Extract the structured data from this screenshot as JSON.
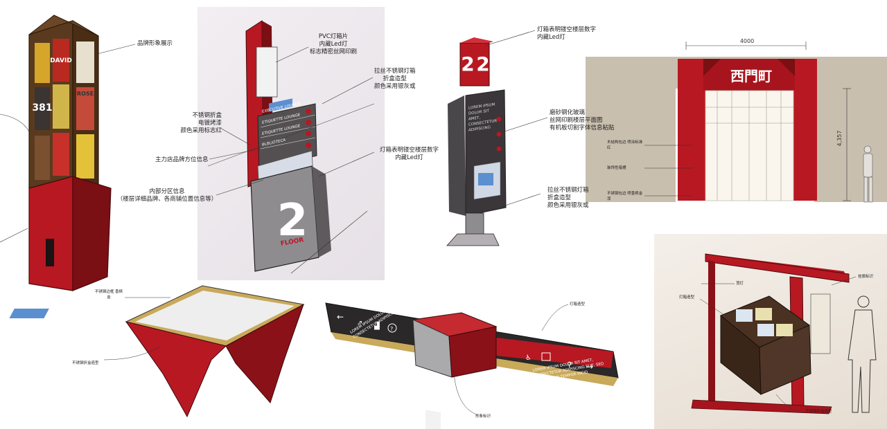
{
  "colors": {
    "signage_red": "#b81822",
    "dark_red": "#7a0f14",
    "wood_brown": "#5a3a1e",
    "panel_grey": "#8f8c90",
    "dark_grey": "#3a3639",
    "wall_beige": "#c9bfae",
    "paper_warm": "#eee9e2"
  },
  "brand": {
    "name": "西門町",
    "floor_number": "2",
    "floor_word": "FLOOR"
  },
  "tower": {
    "poster_texts": [
      "DAVID",
      "381",
      "ROSE"
    ],
    "callouts": [
      "品牌形象展示"
    ]
  },
  "totem": {
    "callouts": {
      "pvc": [
        "PVC灯箱片",
        "内藏Led灯",
        "标志精密丝网印刷"
      ],
      "brushed": [
        "拉丝不锈钢灯箱",
        "折盒造型",
        "颜色采用银灰或"
      ],
      "lightbox_floor": [
        "灯箱表明镂空楼层数字",
        "内藏Led灯"
      ],
      "stainless": [
        "不锈钢折盒",
        "电镀烤漆",
        "颜色采用标志红"
      ],
      "main_brands": [
        "主力店品牌方位信息"
      ],
      "zones": [
        "内部分区信息",
        "（楼层详细品牌、各商铺位置信息等）"
      ]
    },
    "directory_rows": [
      "EXECUTIVE LOUNGE",
      "ETIQUETTE LOUNGE",
      "ETIQUETTE LOUNGE",
      "BLBLIOTECA"
    ]
  },
  "column": {
    "callouts": {
      "top": [
        "灯箱表明镂空楼层数字",
        "内藏Led灯"
      ],
      "glass": [
        "磨砂钢化玻璃",
        "丝网印刷楼层平面图",
        "有机板切割字体信息粘贴"
      ],
      "steel": [
        "拉丝不锈钢灯箱",
        "折盒造型",
        "颜色采用银灰或"
      ]
    },
    "lorem": "LOREM IPSUM DOLOR SIT AMET, CONSECTETUR ADIPISCING"
  },
  "gate": {
    "dimension_width": "4000",
    "dimension_height": "4,357",
    "callouts": [
      "木结构包边 喷涂标准红",
      "装饰性暗槽",
      "不锈钢包边 喷香槟金漆"
    ]
  },
  "kiosk": {
    "callouts": [
      "不锈钢边框 香槟金",
      "不锈钢折盒造型"
    ]
  },
  "beam": {
    "lorem": [
      "LOREM IPSUM DOLOR SIT AMET,",
      "CONSECTETUR ADIPISCING"
    ],
    "lorem_right": [
      "LOREM IPSUM DOLOR SIT AMET,",
      "CONSECTETUR ADIPISCING ELIT, SED",
      "DO EIUSMOD TEMPOR INCID"
    ],
    "callouts": [
      "灯箱造型",
      "形象标识"
    ]
  },
  "portal": {
    "callouts": [
      "顶灯",
      "挂旗标识",
      "灯箱造型",
      "不锈钢折盒造型"
    ]
  }
}
